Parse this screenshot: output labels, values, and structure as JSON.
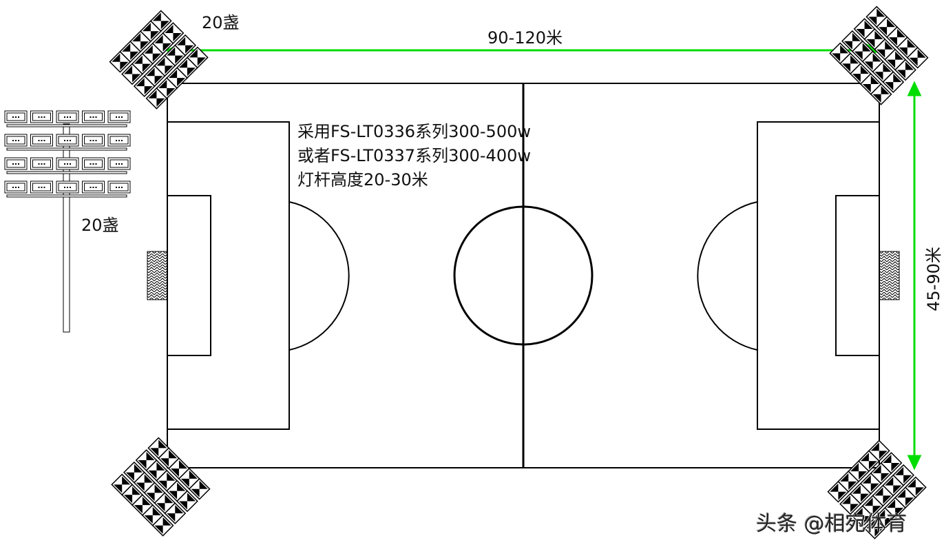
{
  "labels": {
    "corner_lamp_count": "20盏",
    "length_dimension": "90-120米",
    "width_dimension": "45-90米",
    "pole_lamp_count": "20盏",
    "notes": [
      "采用FS-LT0336系列300-500w",
      "或者FS-LT0337系列300-400w",
      "灯杆高度20-30米"
    ],
    "watermark": "头条 @相宛体育"
  },
  "colors": {
    "dimension_line": "#00dd00",
    "lines": "#000000"
  }
}
